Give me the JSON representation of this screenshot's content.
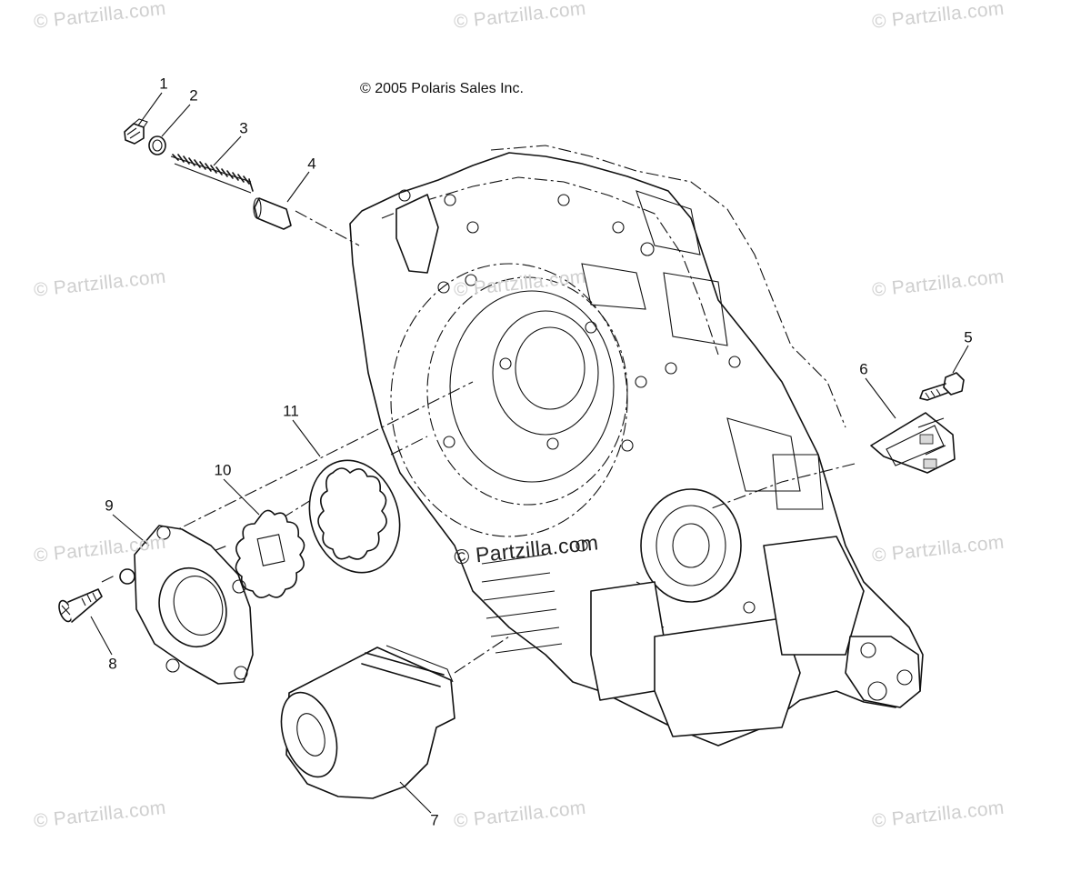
{
  "copyright": "© 2005 Polaris Sales Inc.",
  "watermark": "© Partzilla.com",
  "callouts": [
    "1",
    "2",
    "3",
    "4",
    "5",
    "6",
    "7",
    "8",
    "9",
    "10",
    "11"
  ],
  "colors": {
    "line": "#111111",
    "watermark": "#cfcfcf",
    "background": "#ffffff"
  }
}
